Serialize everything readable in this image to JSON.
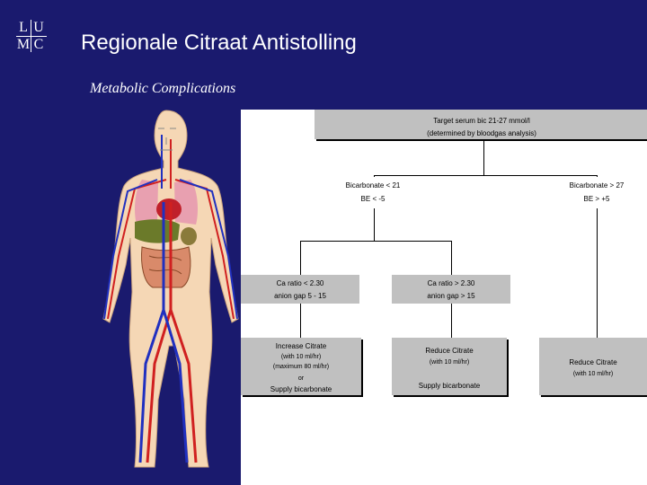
{
  "logo": {
    "letters": [
      "L",
      "U",
      "M",
      "C"
    ]
  },
  "header": {
    "title": "Regionale Citraat Antistolling",
    "subtitle": "Metabolic Complications"
  },
  "flowchart": {
    "target": {
      "line1": "Target serum bic 21-27 mmol/l",
      "line2": "(determined by bloodgas analysis)"
    },
    "low_bic": {
      "line1": "Bicarbonate < 21",
      "line2": "BE < -5"
    },
    "high_bic": {
      "line1": "Bicarbonate > 27",
      "line2": "BE > +5"
    },
    "low_ca": {
      "line1": "Ca ratio < 2.30",
      "line2": "anion gap 5 - 15"
    },
    "high_ca": {
      "line1": "Ca ratio > 2.30",
      "line2": "anion gap > 15"
    },
    "action_increase": {
      "line1": "Increase Citrate",
      "line2": "(with 10 ml/hr)",
      "line3": "(maximum 80 ml/hr)",
      "line4": "or",
      "line5": "Supply bicarbonate"
    },
    "action_reduce_mid": {
      "line1": "Reduce Citrate",
      "line2": "(with 10 ml/hr)",
      "line3": "Supply bicarbonate"
    },
    "action_reduce_right": {
      "line1": "Reduce Citrate",
      "line2": "(with 10 ml/hr)"
    }
  },
  "colors": {
    "background": "#1a1a6e",
    "box_fill": "#c0c0c0",
    "panel": "#ffffff"
  }
}
